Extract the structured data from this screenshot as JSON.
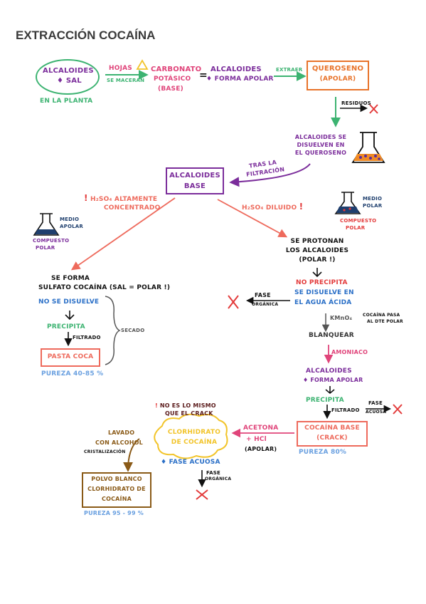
{
  "title": "EXTRACCIÓN COCAÍNA",
  "colors": {
    "green": "#3cb371",
    "purple": "#7b2d9b",
    "pink": "#e0447a",
    "orange": "#e8732a",
    "salmon": "#ee6a5c",
    "blue": "#2a6fc7",
    "navy": "#1f3f6e",
    "brown": "#8a5a17",
    "yellow": "#f2c42a",
    "red": "#e33b3b",
    "black": "#111111",
    "lightblue": "#6aa0e0"
  },
  "top": {
    "start_line1": "ALCALOIDES",
    "start_line2": "SAL",
    "start_note": "EN LA PLANTA",
    "hojas": "HOJAS",
    "se_maceran": "SE MACERAN",
    "carbonato_line1": "CARBONATO",
    "carbonato_line2": "POTÁSICO",
    "carbonato_line3": "(BASE)",
    "equals": "=",
    "alcaloides_line1": "ALCALOIDES",
    "alcaloides_line2": "FORMA APOLAR",
    "extraer": "EXTRAER",
    "queroseno_line1": "QUEROSENO",
    "queroseno_line2": "(APOLAR)",
    "residuos": "RESIDUOS"
  },
  "mid": {
    "disuelven_line1": "ALCALOIDES SE",
    "disuelven_line2": "DISUELVEN EN",
    "disuelven_line3": "EL QUEROSENO",
    "tras_line1": "TRAS LA",
    "tras_line2": "FILTRACIÓN",
    "base_line1": "ALCALOIDES",
    "base_line2": "BASE"
  },
  "left": {
    "h2so4_line1": "H₂SO₄ ALTAMENTE",
    "h2so4_line2": "CONCENTRADO",
    "medio_line1": "MEDIO",
    "medio_line2": "APOLAR",
    "compuesto_line1": "COMPUESTO",
    "compuesto_line2": "POLAR",
    "forma_line1": "SE FORMA",
    "forma_line2": "SULFATO COCAÍNA (SAL = POLAR",
    "no_disuelve": "NO SE DISUELVE",
    "precipita": "PRECIPITA",
    "filtrado": "FILTRADO",
    "secado": "SECADO",
    "pasta": "PASTA COCA",
    "pureza": "PUREZA 40-85 %"
  },
  "right": {
    "diluido": "H₂SO₄ DILUIDO",
    "medio_line1": "MEDIO",
    "medio_line2": "POLAR",
    "compuesto_line1": "COMPUESTO",
    "compuesto_line2": "POLAR",
    "protonan_line1": "SE PROTONAN",
    "protonan_line2": "LOS ALCALOIDES",
    "protonan_line3": "(POLAR",
    "no_precipita": "NO PRECIPITA",
    "disuelve_line1": "SE DISUELVE EN",
    "disuelve_line2": "EL AGUA ÁCIDA",
    "fase_line1": "FASE",
    "fase_line2": "ORGÁNICA",
    "kmno4": "KMnO₄",
    "kmno4_note_line1": "COCAÍNA PASA",
    "kmno4_note_line2": "AL DTE POLAR",
    "blanquear": "BLANQUEAR",
    "amoniaco": "AMONIACO",
    "alcaloides_line1": "ALCALOIDES",
    "alcaloides_line2": "FORMA APOLAR",
    "precipita": "PRECIPITA",
    "filtrado": "FILTRADO",
    "fase_acuosa_line1": "FASE",
    "fase_acuosa_line2": "ACUOSA",
    "crack_line1": "COCAÍNA BASE",
    "crack_line2": "(CRACK)",
    "pureza": "PUREZA 80%"
  },
  "bottom": {
    "no_es_line1": "NO ES LO MISMO",
    "no_es_line2": "QUE EL CRACK",
    "clorhidrato_line1": "CLORHIDRATO",
    "clorhidrato_line2": "DE COCAÍNA",
    "acetona_line1": "ACETONA",
    "acetona_line2": "+ HCl",
    "acetona_line3": "(APOLAR)",
    "fase_acuosa": "FASE ACUOSA",
    "fase_org_line1": "FASE",
    "fase_org_line2": "ORGÁNICA",
    "lavado_line1": "LAVADO",
    "lavado_line2": "CON ALCOHOL",
    "cristalizacion": "CRISTALIZACIÓN",
    "polvo_line1": "POLVO BLANCO",
    "polvo_line2": "CLORHIDRATO DE",
    "polvo_line3": "COCAÍNA",
    "pureza": "PUREZA 95 - 99 %"
  }
}
